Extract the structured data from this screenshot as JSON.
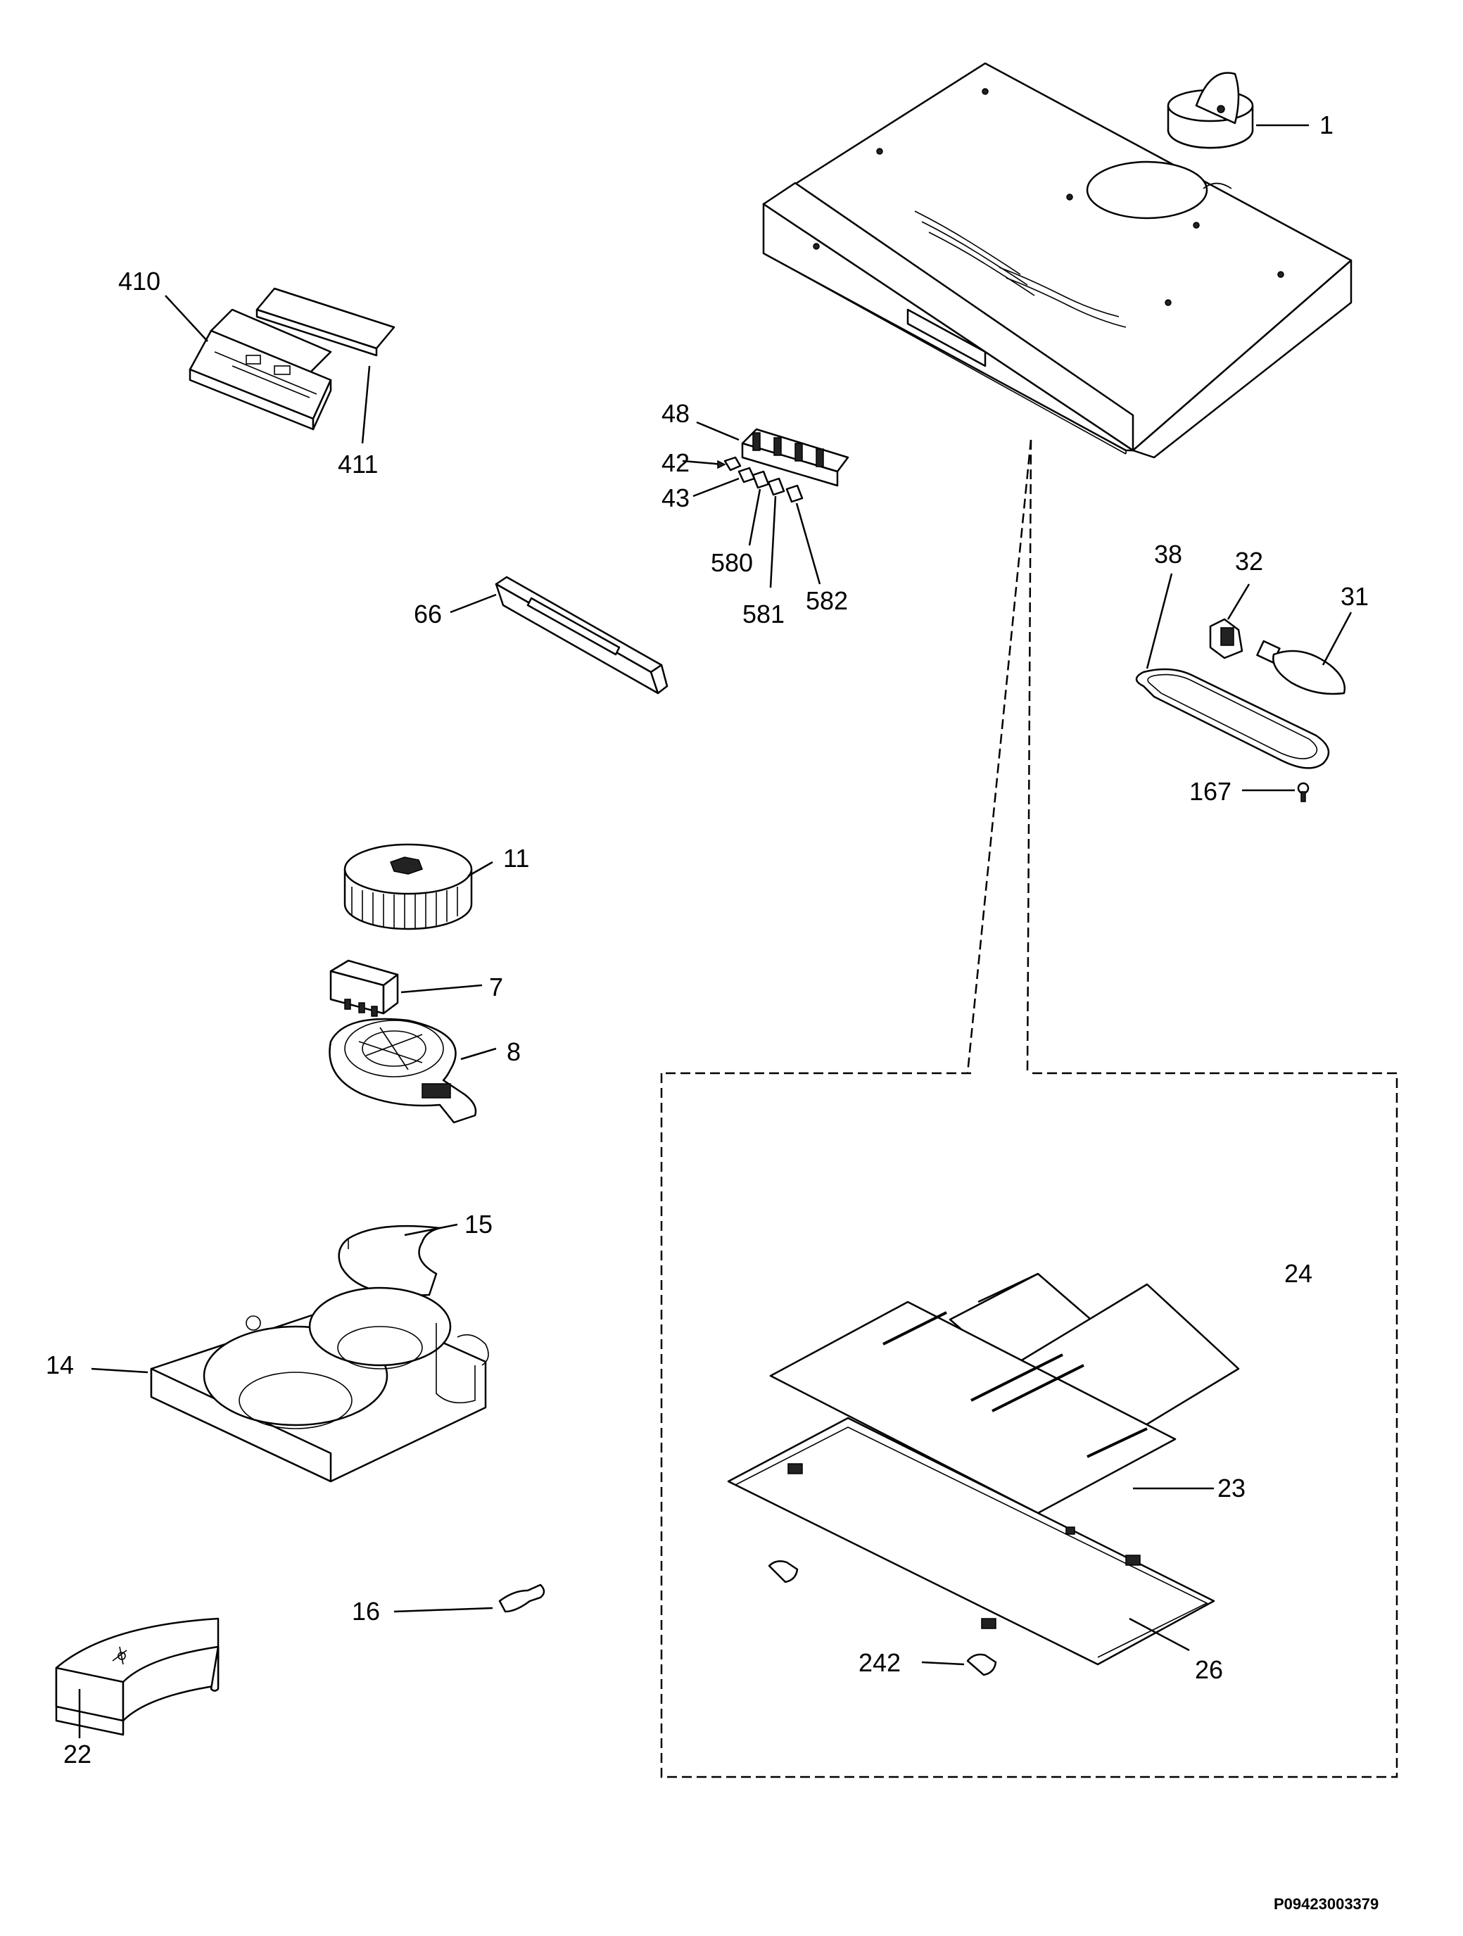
{
  "diagram": {
    "document_code": "P09423003379",
    "callouts": {
      "c1": "1",
      "c410": "410",
      "c411": "411",
      "c48": "48",
      "c42": "42",
      "c43": "43",
      "c580": "580",
      "c581": "581",
      "c582": "582",
      "c66": "66",
      "c38": "38",
      "c32": "32",
      "c31": "31",
      "c167": "167",
      "c11": "11",
      "c7": "7",
      "c8": "8",
      "c15": "15",
      "c14": "14",
      "c24": "24",
      "c23": "23",
      "c16": "16",
      "c242": "242",
      "c26": "26",
      "c22": "22"
    }
  }
}
